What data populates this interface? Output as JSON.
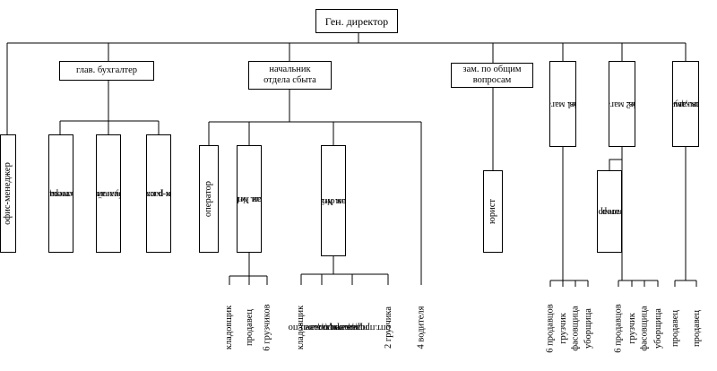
{
  "top": "Ген. директор",
  "managers": {
    "chief_accountant": "глав. бухгалтер",
    "sales_head_l1": "начальник",
    "sales_head_l2": "отдела сбыта",
    "deputy_l1": "зам. по общим",
    "deputy_l2": "вопросам",
    "store1_l1": "зав. магазином",
    "store1_l2": "№1",
    "store2_l1": "зав. магазином",
    "store2_l2": "№2",
    "retail_l1": "зав. двумя роз.",
    "retail_l2": "торг.точками"
  },
  "subunits": {
    "office_manager": "офис-менеджер",
    "asst_l1": "помощник гл.",
    "asst_l2": "бухгалтера",
    "mat_l1": "бухгалтер по",
    "mat_l2": "материальной гр.",
    "acc_l1": "бух-р по учетам",
    "acc_l2": "прихода и расхода",
    "operator": "оператор",
    "wh1_l1": "зав. оптовым",
    "wh1_l2": "складом №1",
    "wh2_l1": "зав.опт.-розн.",
    "wh2_l2": "складом №2",
    "lawyer": "юрист",
    "merch_l1": "товаровед-",
    "merch_l2": "оператор"
  },
  "staff": {
    "wh1": [
      "кладовщик",
      "продавец",
      "6 грузчиков"
    ],
    "wh2_k": "кладовщик",
    "wh2_s1_l1": "продавец по",
    "wh2_s1_l2": "роз.продажам",
    "wh2_s2_l1": "продавец по",
    "wh2_s2_l2": "опт.продажам",
    "wh2_g": "2 грузчика",
    "drivers": "4 водителя",
    "store1": [
      "6 продавцов",
      "грузчик",
      "фасовщица",
      "уборщица"
    ],
    "store2": [
      "6 продавцов",
      "грузчик",
      "фасовщица",
      "уборщица"
    ],
    "retail": [
      "продавец",
      "продавец"
    ]
  }
}
